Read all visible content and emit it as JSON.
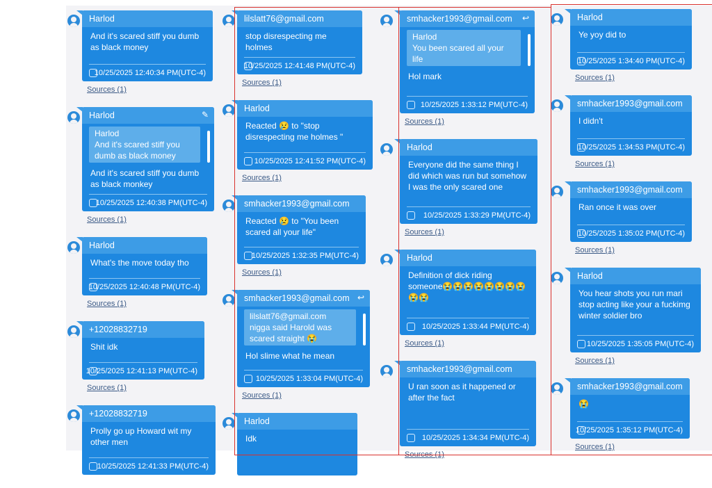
{
  "colors": {
    "bubble": "#1e88e0",
    "header": "#3d9ce6",
    "highlight": "#d9302c"
  },
  "sources_label": "Sources (1)",
  "messages": [
    {
      "sender": "Harlod",
      "text": "And it's scared stiff  you dumb as black money",
      "time": "10/25/2025 12:40:34 PM(UTC-4)"
    },
    {
      "sender": "Harlod",
      "quote_sender": "Harlod",
      "quote_text": "And it's scared stiff  you dumb as black money",
      "text": "And it's scared stiff  you dumb as black monkey",
      "time": "10/25/2025 12:40:38 PM(UTC-4)",
      "action_icon": "edit-icon"
    },
    {
      "sender": "Harlod",
      "text": "What's the move today tho",
      "time": "10/25/2025 12:40:48 PM(UTC-4)"
    },
    {
      "sender": "+12028832719",
      "text": "Shit idk",
      "time": "10/25/2025 12:41:13 PM(UTC-4)"
    },
    {
      "sender": "+12028832719",
      "text": "Prolly go up Howard wit my other men",
      "time": "10/25/2025 12:41:33 PM(UTC-4)"
    },
    {
      "sender": "lilslatt76@gmail.com",
      "text": "stop disrespecting me holmes",
      "time": "10/25/2025 12:41:48 PM(UTC-4)"
    },
    {
      "sender": "Harlod",
      "text": "Reacted 😢 to \"stop disrespecting me holmes \"",
      "time": "10/25/2025 12:41:52 PM(UTC-4)"
    },
    {
      "sender": "smhacker1993@gmail.com",
      "text": "Reacted 😢 to \"You been scared all your life\"",
      "time": "10/25/2025 1:32:35 PM(UTC-4)"
    },
    {
      "sender": "smhacker1993@gmail.com",
      "quote_sender": "lilslatt76@gmail.com",
      "quote_text": "nigga said Harold was scared straight 😭",
      "text": "Hol slime what he mean",
      "time": "10/25/2025 1:33:04 PM(UTC-4)",
      "action_icon": "reply-icon"
    },
    {
      "sender": "Harlod",
      "text": "Idk",
      "time": ""
    },
    {
      "sender": "smhacker1993@gmail.com",
      "quote_sender": "Harlod",
      "quote_text": "You been scared all your life",
      "text": "Hol mark",
      "time": "10/25/2025 1:33:12 PM(UTC-4)",
      "action_icon": "reply-icon"
    },
    {
      "sender": "Harlod",
      "text": "Everyone did the same thing I did which was run but somehow I was the only scared one",
      "time": "10/25/2025 1:33:29 PM(UTC-4)"
    },
    {
      "sender": "Harlod",
      "text": "Definition of dick riding someone😭😭😭😭😭😭😭😭😭😭",
      "time": "10/25/2025 1:33:44 PM(UTC-4)"
    },
    {
      "sender": "smhacker1993@gmail.com",
      "text": "U ran soon as it happened or after the fact",
      "time": "10/25/2025 1:34:34 PM(UTC-4)"
    },
    {
      "sender": "Harlod",
      "text": "Ye yoy did to",
      "time": "10/25/2025 1:34:40 PM(UTC-4)"
    },
    {
      "sender": "smhacker1993@gmail.com",
      "text": "I didn't",
      "time": "10/25/2025 1:34:53 PM(UTC-4)"
    },
    {
      "sender": "smhacker1993@gmail.com",
      "text": "Ran once it was over",
      "time": "10/25/2025 1:35:02 PM(UTC-4)"
    },
    {
      "sender": "Harlod",
      "text": "You hear shots you run mari stop acting like your a fuckimg winter soldier bro",
      "time": "10/25/2025 1:35:05 PM(UTC-4)"
    },
    {
      "sender": "smhacker1993@gmail.com",
      "text": "😭",
      "time": "10/25/2025 1:35:12 PM(UTC-4)"
    }
  ]
}
